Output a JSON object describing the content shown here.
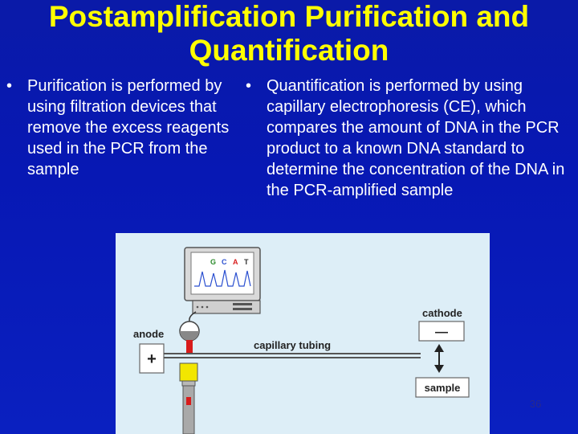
{
  "slide": {
    "title_line1": "Postamplification Purification and",
    "title_line2": "Quantification",
    "bullet_char": "•",
    "left_bullet": "Purification is performed by using filtration devices that remove the excess reagents used in the PCR from the sample",
    "right_bullet": "Quantification is performed by using capillary electrophoresis (CE), which compares the amount of DNA in the PCR product to a known DNA standard to determine the concentration of the DNA in the PCR-amplified sample",
    "slide_number": "36"
  },
  "figure": {
    "monitor_letters": [
      "G",
      "C",
      "A",
      "T"
    ],
    "labels": {
      "anode": "anode",
      "cathode": "cathode",
      "capillary": "capillary tubing",
      "sample": "sample",
      "plus": "+",
      "minus": "—"
    },
    "colors": {
      "background": "#ddeef7",
      "monitor_body": "#d9d9d9",
      "anode_box": "#ffffff",
      "yellow_block": "#f2e600",
      "red_marker": "#d81b1b",
      "g_color": "#2a8a2a",
      "c_color": "#2a4fd0",
      "a_color": "#d82020",
      "t_color": "#333333"
    }
  }
}
